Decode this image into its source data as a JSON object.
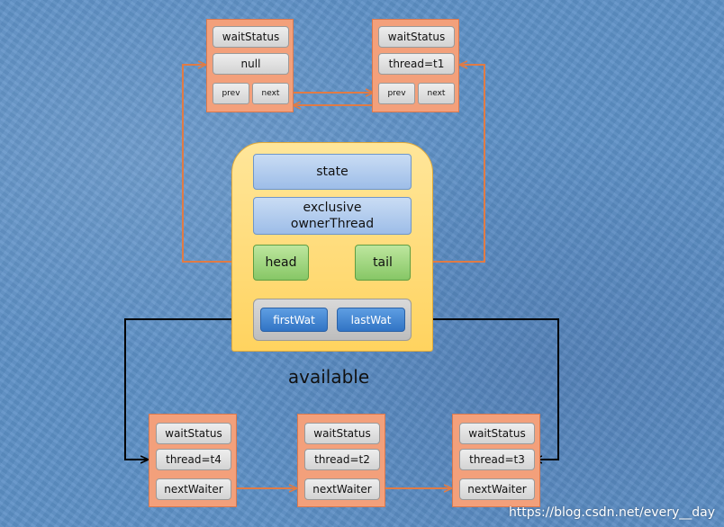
{
  "top_nodes": [
    {
      "wait_status": "waitStatus",
      "value": "null",
      "prev": "prev",
      "next": "next"
    },
    {
      "wait_status": "waitStatus",
      "value": "thread=t1",
      "prev": "prev",
      "next": "next"
    }
  ],
  "main": {
    "state": "state",
    "exclusive_line1": "exclusive",
    "exclusive_line2": "ownerThread",
    "head": "head",
    "tail": "tail",
    "first_waiter": "firstWat",
    "last_waiter": "lastWat",
    "caption": "available"
  },
  "bottom_nodes": [
    {
      "wait_status": "waitStatus",
      "thread": "thread=t4",
      "next_waiter": "nextWaiter"
    },
    {
      "wait_status": "waitStatus",
      "thread": "thread=t2",
      "next_waiter": "nextWaiter"
    },
    {
      "wait_status": "waitStatus",
      "thread": "thread=t3",
      "next_waiter": "nextWaiter"
    }
  ],
  "watermark": "https://blog.csdn.net/every__day",
  "colors": {
    "background": "#5d90c6",
    "node_fill": "#f3a07b",
    "link_orange": "#e07b45",
    "link_black": "#000000",
    "main_fill": "#ffd35f",
    "head_tail_fill": "#87c766",
    "waiter_button": "#3174c5"
  }
}
